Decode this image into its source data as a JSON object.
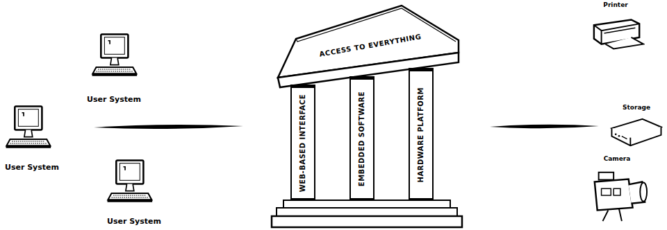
{
  "diagram": {
    "nodes": [
      {
        "text": [
          "User System"
        ]
      },
      {
        "text": [
          "User System"
        ]
      },
      {
        "text": [
          "User System"
        ]
      },
      {
        "text": [
          "ACCESS TO EVERYTHING"
        ]
      },
      {
        "text": [
          "WEB-BASED INTERFACE"
        ],
        "in": 3
      },
      {
        "text": [
          "EMBEDDED SOFTWARE"
        ],
        "in": 3
      },
      {
        "text": [
          "HARDWARE PLATFORM"
        ],
        "in": 3
      },
      {
        "text": [
          "Printer"
        ]
      },
      {
        "text": [
          "Storage"
        ]
      },
      {
        "text": [
          "Camera"
        ]
      }
    ]
  }
}
